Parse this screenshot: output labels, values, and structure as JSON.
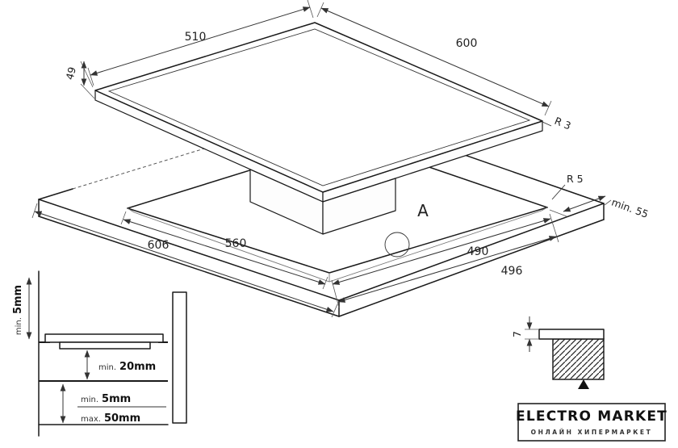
{
  "diagram": {
    "top_view": {
      "width_label": "510",
      "depth_label": "600",
      "height_label": "49",
      "corner_radius_label": "R 3"
    },
    "cutout_view": {
      "counter_width_label": "606",
      "cutout_width_label": "560",
      "cutout_depth_label": "490",
      "cutout_depth_outer_label": "496",
      "corner_radius_label": "R 5",
      "edge_distance_label": "min. 55",
      "detail_marker": "A"
    },
    "side_section": {
      "wall_gap_prefix": "min.",
      "wall_gap_value": "5mm",
      "clearance_prefix": "min.",
      "clearance_value": "20mm",
      "shelf_min_prefix": "min.",
      "shelf_min_value": "5mm",
      "shelf_max_prefix": "max.",
      "shelf_max_value": "50mm"
    },
    "detail_a": {
      "thickness_label": "7"
    },
    "logo": {
      "title": "ELECTRO MARKET",
      "tagline": "ОНЛАЙН ХИПЕРМАРКЕТ"
    }
  },
  "colors": {
    "line": "#1a1a1a",
    "dimension": "#333333",
    "muted": "#777777",
    "background": "#ffffff"
  }
}
